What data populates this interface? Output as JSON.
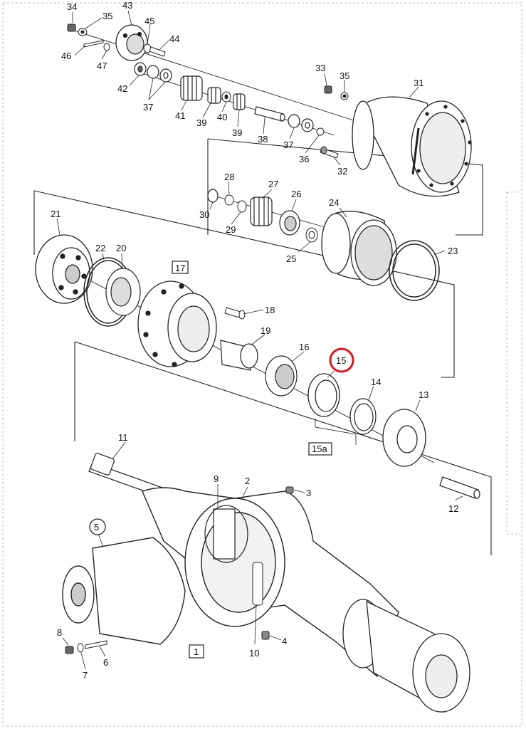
{
  "diagram": {
    "highlight_color": "#e0141e",
    "callouts": {
      "c1": "1",
      "c2": "2",
      "c3": "3",
      "c4": "4",
      "c5": "5",
      "c6": "6",
      "c7": "7",
      "c8": "8",
      "c9": "9",
      "c10": "10",
      "c11": "11",
      "c12": "12",
      "c13": "13",
      "c14": "14",
      "c15": "15",
      "c15a": "15a",
      "c16": "16",
      "c17": "17",
      "c18": "18",
      "c19": "19",
      "c20": "20",
      "c21": "21",
      "c22": "22",
      "c23": "23",
      "c24": "24",
      "c25": "25",
      "c26": "26",
      "c27": "27",
      "c28": "28",
      "c29": "29",
      "c30": "30",
      "c31": "31",
      "c32": "32",
      "c33": "33",
      "c34": "34",
      "c35a": "35",
      "c35b": "35",
      "c36": "36",
      "c37a": "37",
      "c37b": "37",
      "c38": "38",
      "c39a": "39",
      "c39b": "39",
      "c40": "40",
      "c41": "41",
      "c42": "42",
      "c43": "43",
      "c44": "44",
      "c45": "45",
      "c46": "46",
      "c47": "47"
    }
  }
}
